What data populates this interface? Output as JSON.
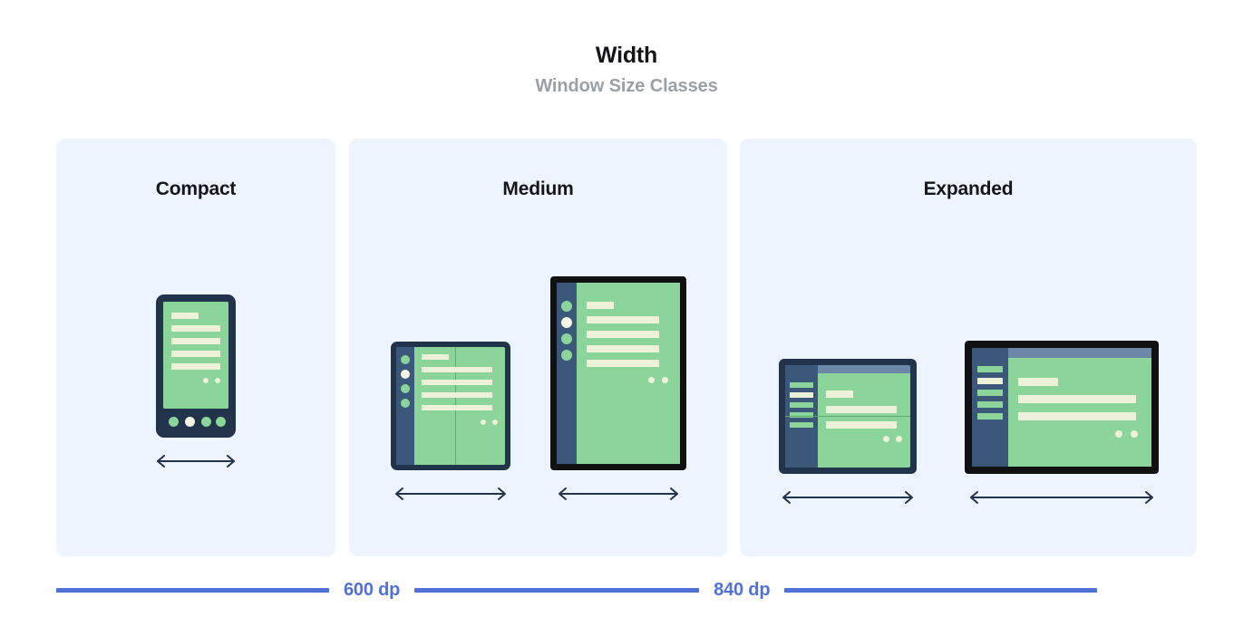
{
  "header": {
    "title": "Width",
    "subtitle": "Window Size Classes"
  },
  "panels": [
    {
      "id": "compact",
      "label": "Compact",
      "devices": [
        {
          "name": "phone",
          "type": "phone-portrait",
          "arrow_label": "width-arrow"
        }
      ]
    },
    {
      "id": "medium",
      "label": "Medium",
      "devices": [
        {
          "name": "foldable-portrait",
          "type": "foldable-portrait",
          "arrow_label": "width-arrow"
        },
        {
          "name": "tablet-portrait",
          "type": "tablet-portrait",
          "arrow_label": "width-arrow"
        }
      ]
    },
    {
      "id": "expanded",
      "label": "Expanded",
      "devices": [
        {
          "name": "foldable-landscape",
          "type": "foldable-landscape",
          "arrow_label": "width-arrow"
        },
        {
          "name": "tablet-landscape",
          "type": "tablet-landscape",
          "arrow_label": "width-arrow"
        }
      ]
    }
  ],
  "scale": {
    "breakpoints": [
      {
        "value": "600 dp"
      },
      {
        "value": "840 dp"
      }
    ]
  },
  "colors": {
    "panel_background": "#edf4fd",
    "screen_green": "#8bd49a",
    "content_cream": "#eef1da",
    "frame_navy": "#22334c",
    "frame_black": "#111111",
    "rail_navy": "#3b577a",
    "topbar_blue": "#6b88a8",
    "scale_blue": "#5271d8",
    "title_black": "#16161a",
    "subtitle_gray": "#9aa0a6"
  }
}
